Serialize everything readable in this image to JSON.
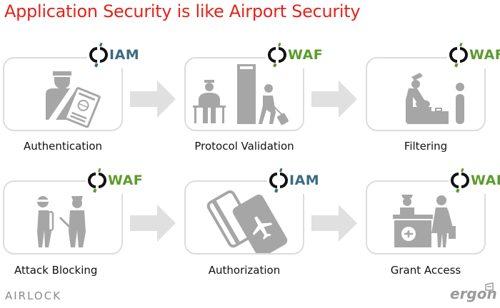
{
  "title": "Application Security is like Airport Security",
  "colors": {
    "title": "#e2231a",
    "iam": "#3d6a82",
    "waf": "#5c9b2e",
    "icon_gray": "#a6a6a6",
    "arrow": "#e0e0e0",
    "box_border": "#dcdcdc"
  },
  "steps": [
    {
      "label": "Authentication",
      "badge": "IAM",
      "icon": "officer-with-passport-icon"
    },
    {
      "label": "Protocol Validation",
      "badge": "WAF",
      "icon": "metal-detector-gate-icon"
    },
    {
      "label": "Filtering",
      "badge": "WAF",
      "icon": "baggage-inspection-icon"
    },
    {
      "label": "Attack Blocking",
      "badge": "WAF",
      "icon": "officer-arrest-icon"
    },
    {
      "label": "Authorization",
      "badge": "IAM",
      "icon": "boarding-pass-icon"
    },
    {
      "label": "Grant Access",
      "badge": "WAF",
      "icon": "check-in-desk-icon"
    }
  ],
  "footer": {
    "left_logo": "AIRLOCK",
    "right_logo": "ergon"
  }
}
